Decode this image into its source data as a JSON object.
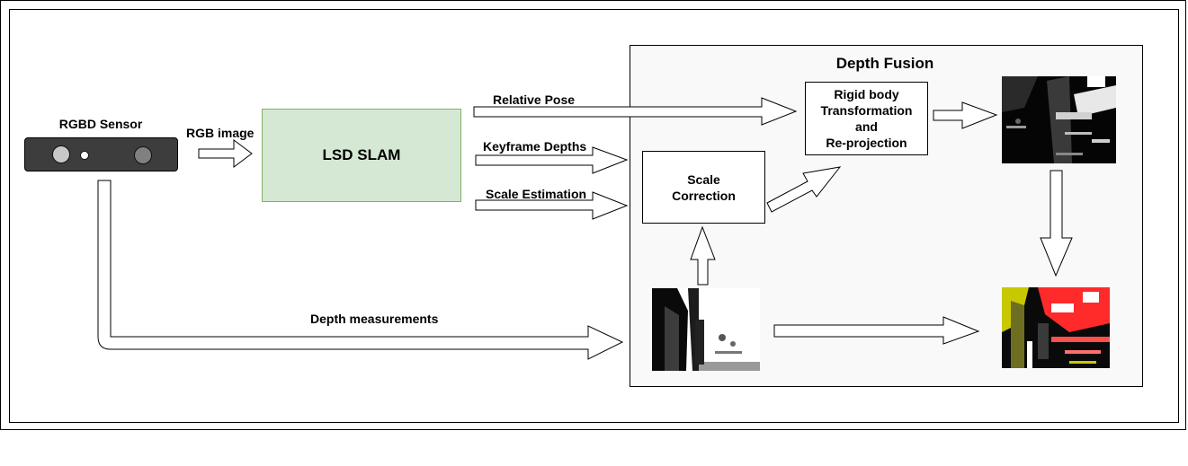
{
  "diagram": {
    "sensor_title": "RGBD Sensor",
    "rgb_image_label": "RGB image",
    "slam_label": "LSD SLAM",
    "relative_pose_label": "Relative Pose",
    "keyframe_depths_label": "Keyframe Depths",
    "scale_estimation_label": "Scale Estimation",
    "depth_measurements_label": "Depth measurements",
    "fusion_title": "Depth Fusion",
    "scale_correction_line1": "Scale",
    "scale_correction_line2": "Correction",
    "rigid_line1": "Rigid body",
    "rigid_line2": "Transformation",
    "rigid_line3": "and",
    "rigid_line4": "Re-projection"
  },
  "colors": {
    "slam_fill": "#d5e8d4",
    "slam_border": "#82b366",
    "sensor_body": "#3d3d3d",
    "fused_red": "#ff2a2a",
    "fused_yellow": "#c8c800"
  }
}
